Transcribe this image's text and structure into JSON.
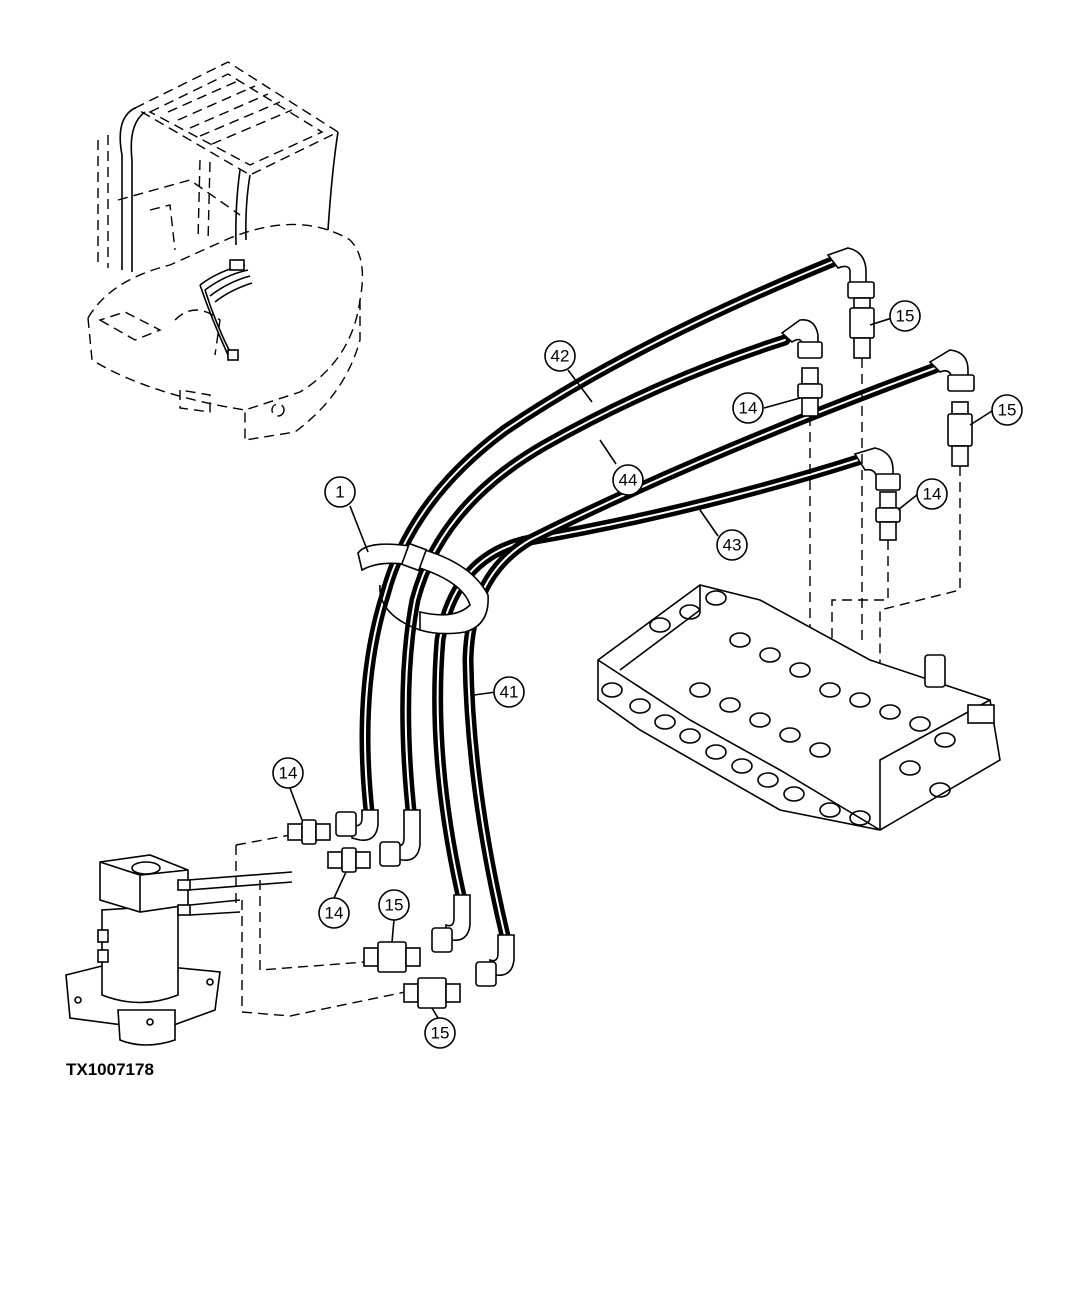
{
  "figure_id": "TX1007178",
  "callouts": {
    "c1": "1",
    "c41": "41",
    "c42": "42",
    "c43": "43",
    "c44": "44",
    "c14a": "14",
    "c14b": "14",
    "c14c": "14",
    "c14d": "14",
    "c15a": "15",
    "c15b": "15",
    "c15c": "15",
    "c15d": "15"
  }
}
